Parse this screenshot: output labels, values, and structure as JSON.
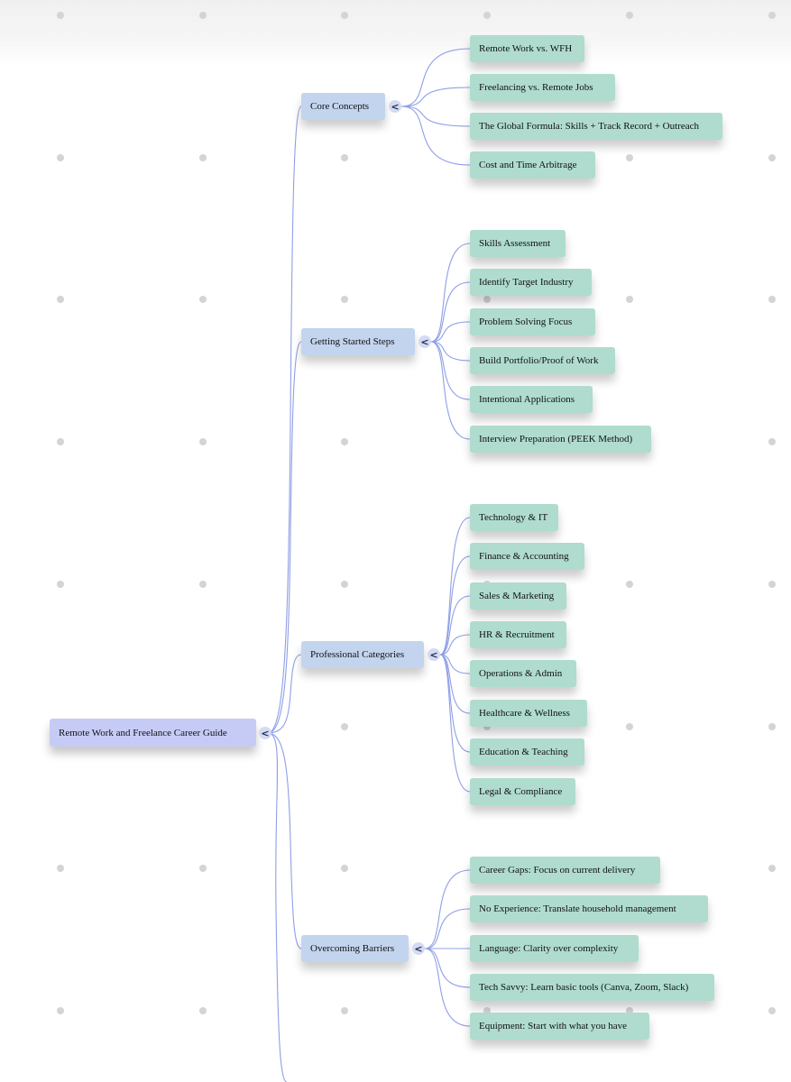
{
  "root": {
    "label": "Remote Work and Freelance Career Guide"
  },
  "toggle_icon": "<",
  "colors": {
    "root": "#c6cbf6",
    "branch": "#c3d4ee",
    "leaf": "#afdccf",
    "link": "#8f9fe6",
    "dot": "#d4d4d4"
  },
  "branches": [
    {
      "label": "Core Concepts",
      "children": [
        "Remote Work vs. WFH",
        "Freelancing vs. Remote Jobs",
        "The Global Formula: Skills + Track Record + Outreach",
        "Cost and Time Arbitrage"
      ]
    },
    {
      "label": "Getting Started Steps",
      "children": [
        "Skills Assessment",
        "Identify Target Industry",
        "Problem Solving Focus",
        "Build Portfolio/Proof of Work",
        "Intentional Applications",
        "Interview Preparation (PEEK Method)"
      ]
    },
    {
      "label": "Professional Categories",
      "children": [
        "Technology & IT",
        "Finance & Accounting",
        "Sales & Marketing",
        "HR & Recruitment",
        "Operations & Admin",
        "Healthcare & Wellness",
        "Education & Teaching",
        "Legal & Compliance"
      ]
    },
    {
      "label": "Overcoming Barriers",
      "children": [
        "Career Gaps: Focus on current delivery",
        "No Experience: Translate household management",
        "Language: Clarity over complexity",
        "Tech Savvy: Learn basic tools (Canva, Zoom, Slack)",
        "Equipment: Start with what you have"
      ]
    }
  ]
}
